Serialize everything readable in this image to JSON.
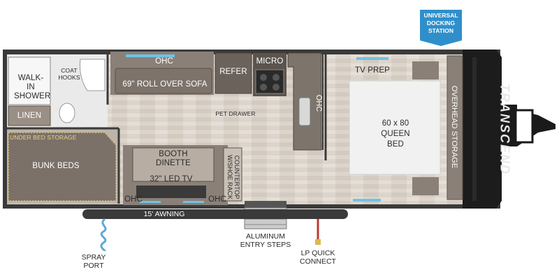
{
  "plan": {
    "badge": "UNIVERSAL DOCKING STATION",
    "brand": "TRANSCEND",
    "rooms": {
      "walk_in_shower": "WALK-IN SHOWER",
      "coat_hooks": "COAT HOOKS",
      "linen": "LINEN",
      "under_bed_storage": "UNDER BED STORAGE",
      "bunk_beds": "BUNK BEDS",
      "ohc_sofa": "OHC",
      "sofa": "69\" ROLL OVER SOFA",
      "refer": "REFER",
      "micro": "MICRO",
      "pet_drawer": "PET DRAWER",
      "ohc_galley": "OHC",
      "tv_prep": "TV PREP",
      "queen_bed": "60 x 80 QUEEN BED",
      "overhead_storage": "OVERHEAD STORAGE",
      "booth_dinette": "BOOTH DINETTE",
      "countertop": "COUNTERTOP W/SHOE RACK",
      "led_tv": "32\" LED TV",
      "ohc_left": "OHC",
      "ohc_right": "OHC"
    },
    "exterior": {
      "awning": "15' AWNING",
      "spray_port": "SPRAY PORT",
      "entry_steps": "ALUMINUM ENTRY STEPS",
      "lp_connect": "LP QUICK CONNECT"
    }
  }
}
